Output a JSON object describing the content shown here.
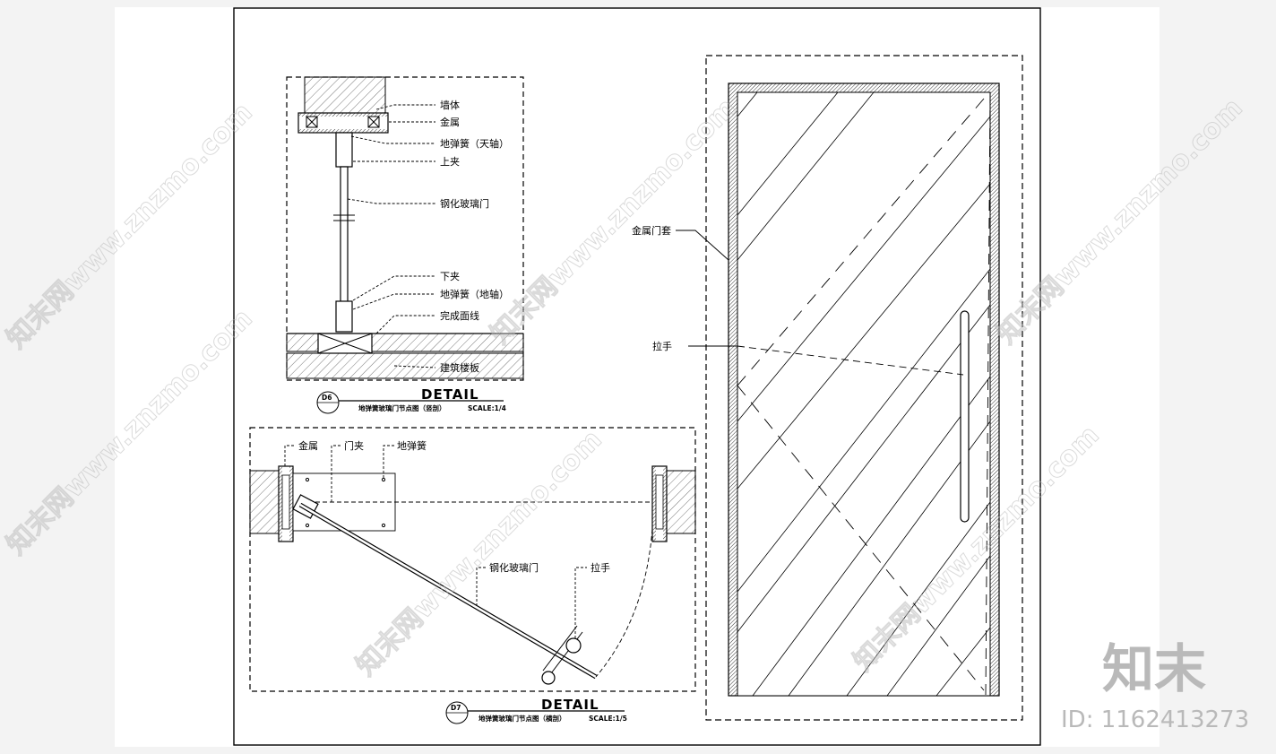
{
  "vertical_section": {
    "labels": {
      "wall": "墙体",
      "metal": "金属",
      "pivot_top": "地弹簧（天轴）",
      "top_clamp": "上夹",
      "glass_door": "钢化玻璃门",
      "bottom_clamp": "下夹",
      "pivot_floor": "地弹簧（地轴）",
      "finish_line": "完成面线",
      "floor_slab": "建筑楼板"
    },
    "title": {
      "tag": "D6",
      "heading": "DETAIL",
      "caption": "地弹簧玻璃门节点图（竖剖）",
      "scale": "SCALE:1/4"
    }
  },
  "plan_section": {
    "labels": {
      "metal": "金属",
      "door_clamp": "门夹",
      "floor_spring": "地弹簧",
      "glass_door": "钢化玻璃门",
      "handle": "拉手"
    },
    "title": {
      "tag": "D7",
      "heading": "DETAIL",
      "caption": "地弹簧玻璃门节点图（横剖）",
      "scale": "SCALE:1/5"
    }
  },
  "elevation": {
    "labels": {
      "metal_frame": "金属门套",
      "handle": "拉手"
    }
  },
  "watermarks": {
    "site": "知末网www.znzmo.com",
    "brand": "知末",
    "id": "ID: 1162413273"
  }
}
